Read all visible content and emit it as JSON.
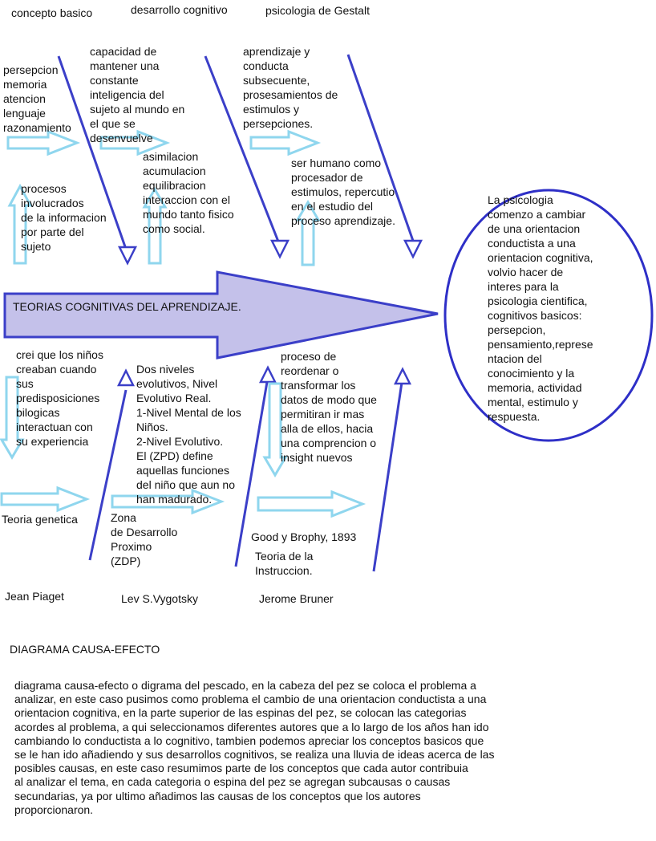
{
  "top_categories": {
    "cat1": "concepto basico",
    "cat2": "desarrollo cognitivo",
    "cat3": "psicologia de Gestalt"
  },
  "top_texts": {
    "cat1_items": "persepcion\nmemoria\natencion\nlenguaje\nrazonamiento",
    "cat1_sub": "procesos\ninvolucrados\nde la informacion\npor parte del\nsujeto",
    "cat2_items": "capacidad de\nmantener una\nconstante\ninteligencia del\nsujeto al mundo en\nel que se\ndesenvuelve",
    "cat2_sub": "asimilacion\nacumulacion\nequilibracion\ninteraccion con el\nmundo tanto fisico\ncomo social.",
    "cat3_items": "aprendizaje y\nconducta\nsubsecuente,\nprosesamientos de\nestimulos y\npersepciones.",
    "cat3_sub": "ser humano como\nprocesador de\nestimulos, repercutio\nen el estudio del\nproceso aprendizaje."
  },
  "head": {
    "text": "La psicologia\ncomenzo a cambiar\nde una orientacion\nconductista a una\norientacion cognitiva,\nvolvio hacer de\ninteres para la\npsicologia cientifica,\ncognitivos basicos:\npersepcion,\npensamiento,represe\nntacion del\nconocimiento y la\nmemoria, actividad\nmental, estimulo y\nrespuesta."
  },
  "spine": {
    "label": "TEORIAS COGNITIVAS DEL APRENDIZAJE."
  },
  "bottom_texts": {
    "piaget_sub": "crei que los niños\ncreaban cuando\nsus\npredisposiciones\nbilogicas\ninteractuan con\nsu experiencia",
    "piaget_item": "Teoria genetica",
    "vygotsky_sub": "Dos niveles\nevolutivos, Nivel\nEvolutivo Real.\n1-Nivel Mental de los\nNiños.\n2-Nivel Evolutivo.\nEl (ZPD) define\naquellas funciones\ndel niño que aun no\nhan madurado.",
    "vygotsky_item": "Zona\nde Desarrollo\nProximo\n(ZDP)",
    "bruner_sub": "proceso de\nreordenar o\ntransformar los\ndatos de modo que\npermitiran ir mas\nalla de ellos, hacia\nuna comprencion o\ninsight nuevos",
    "bruner_item": "Good y Brophy, 1893",
    "bruner_item2": "Teoria de la\nInstruccion."
  },
  "bottom_categories": {
    "cat1": "Jean Piaget",
    "cat2": "Lev S.Vygotsky",
    "cat3": "Jerome Bruner"
  },
  "footer": {
    "title": "DIAGRAMA CAUSA-EFECTO",
    "description": "diagrama causa-efecto o digrama del pescado, en la cabeza del pez se coloca el problema a\nanalizar, en este caso pusimos como problema el cambio de una orientacion conductista a una\norientacion cognitiva, en la parte superior de las espinas del pez, se colocan las categorias\nacordes al problema, a qui seleccionamos diferentes autores que a lo largo de los años han ido\ncambiando lo conductista a lo cognitivo, tambien podemos apreciar los conceptos basicos que\nse le han ido añadiendo y sus desarrollos cognitivos, se realiza una lluvia de ideas acerca de las\nposibles causas, en este caso resumimos parte de los conceptos que cada autor contribuia\n al analizar el  tema, en cada categoria o espina del pez se agregan subcausas o causas\nsecundarias, ya por ultimo añadimos las causas de los conceptos que los autores\nproporcionaron."
  },
  "colors": {
    "bone": "#3b3fc8",
    "small_arrow_stroke": "#8fd6ee",
    "spine_fill": "#c4c1ea",
    "spine_stroke": "#3b3fc8",
    "head_stroke": "#2e2fc7"
  }
}
